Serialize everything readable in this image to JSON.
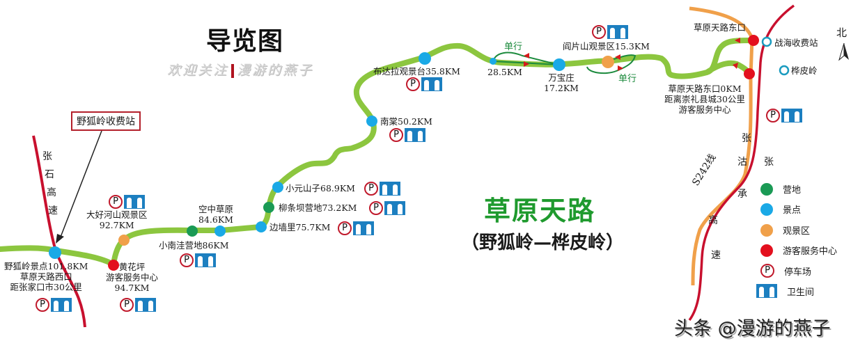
{
  "header": {
    "title": "导览图",
    "subtitle_left": "欢迎关注",
    "subtitle_right": "漫游的燕子"
  },
  "main_title": "草原天路",
  "main_subtitle": "（野狐岭—桦皮岭）",
  "toll_callout": "野狐岭收费站",
  "highways": {
    "west": [
      "张",
      "石",
      "高",
      "速"
    ],
    "east_s242": "S242线",
    "east_zhangzhan": [
      "张",
      "沽"
    ],
    "east_expressway": [
      "张",
      "承",
      "高",
      "速"
    ]
  },
  "stops": [
    {
      "id": "yehuling",
      "lines": [
        "野狐岭景点101.8KM",
        "草原天路西口",
        "距张家口市30公里"
      ],
      "type": "scenic",
      "parking": true,
      "restroom": true
    },
    {
      "id": "huanghuaping",
      "lines": [
        "黄花坪",
        "游客服务中心",
        "94.7KM"
      ],
      "type": "visitor_center",
      "parking": true,
      "restroom": true
    },
    {
      "id": "dahaohe",
      "lines": [
        "大好河山观景区",
        "92.7KM"
      ],
      "type": "viewing_area",
      "parking": true,
      "restroom": true
    },
    {
      "id": "xiaonanwa",
      "lines": [
        "小南洼营地86KM"
      ],
      "type": "campsite",
      "parking": true,
      "restroom": true
    },
    {
      "id": "kongzhong",
      "lines": [
        "空中草原",
        "84.6KM"
      ],
      "type": "scenic",
      "parking": false,
      "restroom": false
    },
    {
      "id": "bianqiangli",
      "lines": [
        "边墙里75.7KM"
      ],
      "type": "scenic",
      "parking": true,
      "restroom": true
    },
    {
      "id": "liutiaoba",
      "lines": [
        "柳条坝营地73.2KM"
      ],
      "type": "campsite",
      "parking": true,
      "restroom": true
    },
    {
      "id": "xiaoyuanshanzi",
      "lines": [
        "小元山子68.9KM"
      ],
      "type": "scenic",
      "parking": true,
      "restroom": true
    },
    {
      "id": "nantang",
      "lines": [
        "南棠50.2KM"
      ],
      "type": "scenic",
      "parking": true,
      "restroom": true
    },
    {
      "id": "budala",
      "lines": [
        "布达拉观景台35.8KM"
      ],
      "type": "scenic",
      "parking": true,
      "restroom": true
    },
    {
      "id": "km285",
      "lines": [
        "28.5KM"
      ],
      "type": "scenic",
      "parking": false,
      "restroom": false
    },
    {
      "id": "wanbaozhuang",
      "lines": [
        "万宝庄",
        "17.2KM"
      ],
      "type": "scenic",
      "parking": false,
      "restroom": false
    },
    {
      "id": "yanpianshan",
      "lines": [
        "阎片山观景区15.3KM"
      ],
      "type": "viewing_area",
      "parking": true,
      "restroom": true
    },
    {
      "id": "east_gate",
      "lines": [
        "草原天路东口"
      ],
      "type": "visitor_center",
      "parking": false,
      "restroom": false
    },
    {
      "id": "east_gate_0km",
      "lines": [
        "草原天路东口0KM",
        "距离崇礼县城30公里",
        "游客服务中心"
      ],
      "type": "visitor_center",
      "parking": true,
      "restroom": true
    },
    {
      "id": "zhanhai_toll",
      "lines": [
        "战海收费站"
      ],
      "type": "toll",
      "parking": false,
      "restroom": false
    },
    {
      "id": "huapiling",
      "lines": [
        "桦皮岭"
      ],
      "type": "toll",
      "parking": false,
      "restroom": false
    }
  ],
  "oneway_labels": [
    "单行",
    "单行"
  ],
  "north_label": "北",
  "legend": [
    {
      "label": "营地",
      "symbol": "campsite",
      "color": "#1a9a55"
    },
    {
      "label": "景点",
      "symbol": "scenic",
      "color": "#1aa9e6"
    },
    {
      "label": "观景区",
      "symbol": "viewing_area",
      "color": "#f0a04a"
    },
    {
      "label": "游客服务中心",
      "symbol": "visitor_center",
      "color": "#e3101e"
    },
    {
      "label": "停车场",
      "symbol": "parking",
      "color": "#c0192b"
    },
    {
      "label": "卫生间",
      "symbol": "restroom",
      "color": "#1c7fc0"
    }
  ],
  "icon_text": {
    "parking": "P"
  },
  "colors": {
    "route": "#8cc63f",
    "highway_red": "#c8102e",
    "road_orange": "#f0a04a",
    "title_green": "#1f9a2e"
  },
  "watermark": "头条 @漫游的燕子"
}
